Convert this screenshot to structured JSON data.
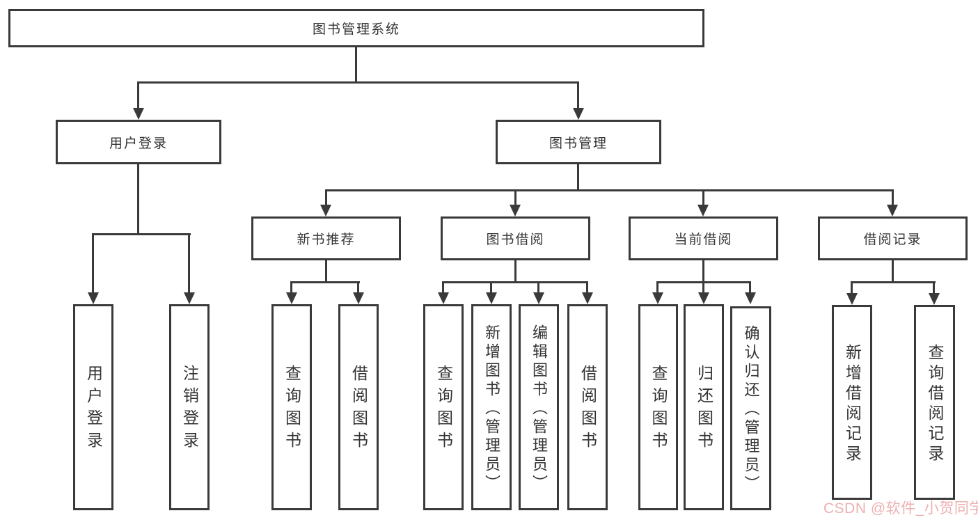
{
  "diagram": {
    "root": "图书管理系统",
    "level2": {
      "user_login": "用户登录",
      "book_mgmt": "图书管理"
    },
    "level3": {
      "new_books": "新书推荐",
      "borrowing": "图书借阅",
      "current": "当前借阅",
      "records": "借阅记录"
    },
    "leaves": {
      "user_login": [
        "用户登录",
        "注销登录"
      ],
      "new_books": [
        "查询图书",
        "借阅图书"
      ],
      "borrowing": [
        "查询图书",
        "新增图书（管理员）",
        "编辑图书（管理员）",
        "借阅图书"
      ],
      "current": [
        "查询图书",
        "归还图书",
        "确认归还（管理员）"
      ],
      "records": [
        "新增借阅记录",
        "查询借阅记录"
      ]
    }
  },
  "watermark": "CSDN @软件_小贺同学",
  "colors": {
    "line": "#3a3a3a",
    "text": "#333333",
    "watermark": "#eeb0b0",
    "background": "#ffffff"
  }
}
